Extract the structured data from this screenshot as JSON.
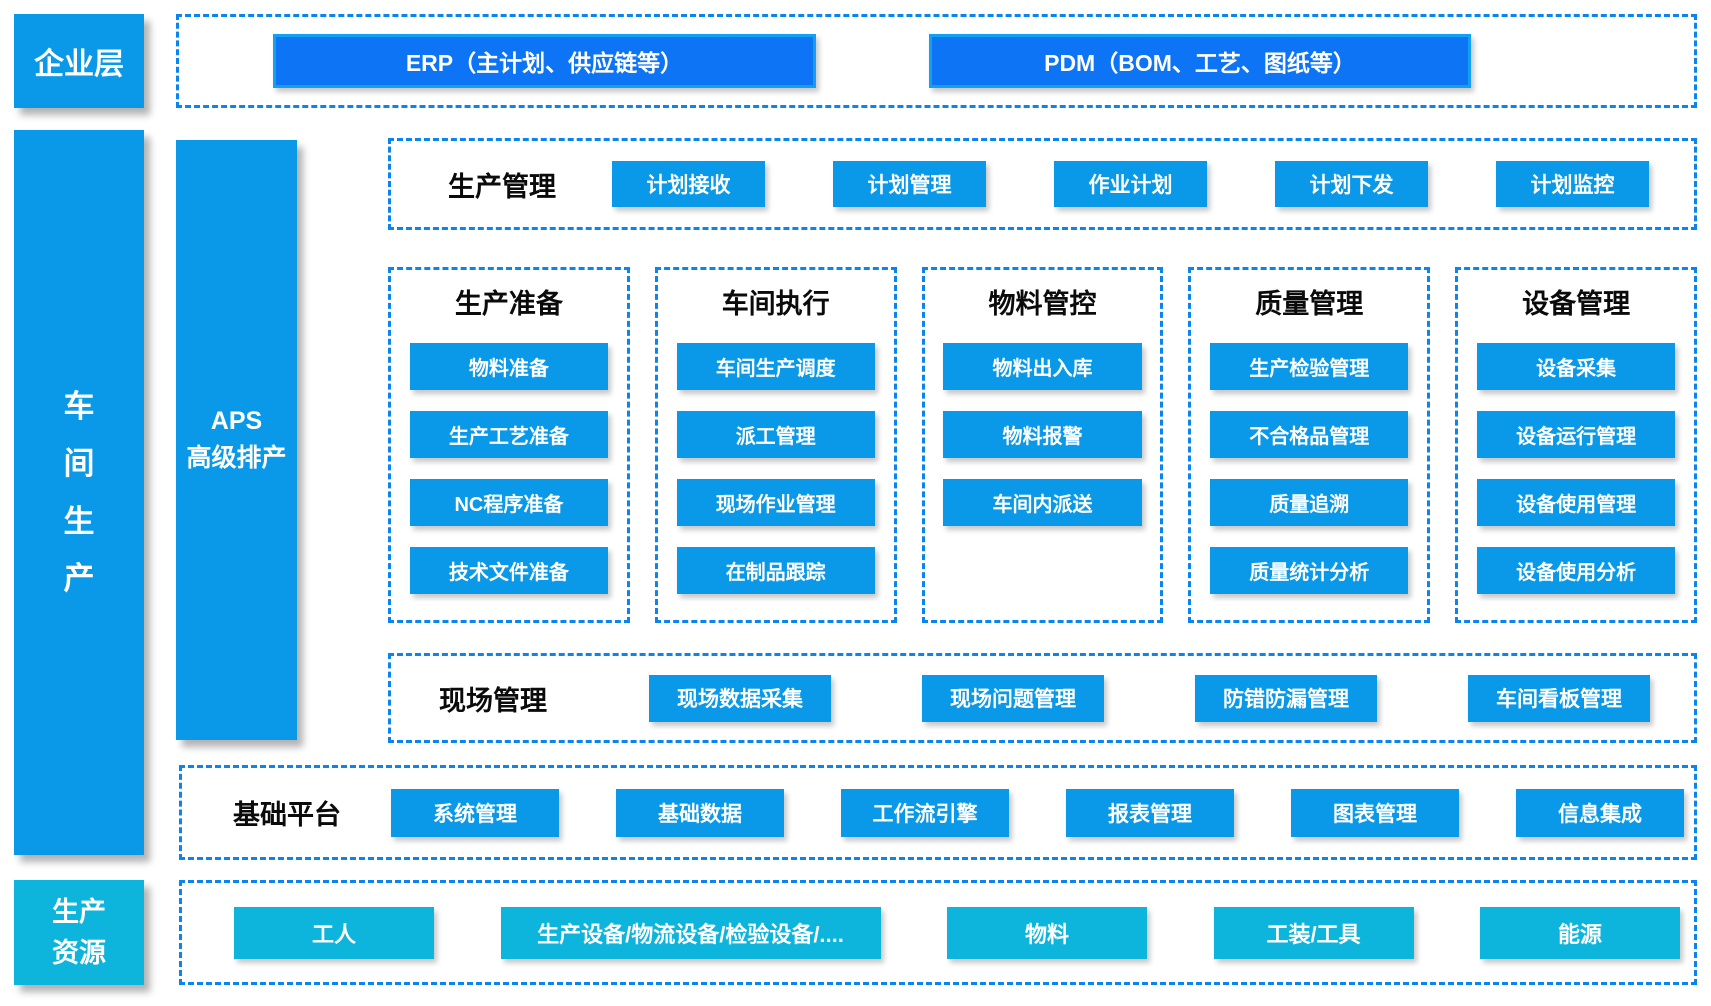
{
  "palette": {
    "deep_blue": "#0d74f5",
    "deep_blue_border": "#12a0f0",
    "azure": "#0999e8",
    "cyan": "#0db5dd",
    "dash_border": "#0a85f0",
    "heading_color": "#0b0b0b"
  },
  "enterprise_layer": {
    "label": "企业层",
    "systems": [
      "ERP（主计划、供应链等）",
      "PDM（BOM、工艺、图纸等）"
    ]
  },
  "workshop_layer": {
    "label_vertical": "车\n间\n生\n产",
    "aps_label": "APS\n高级排产"
  },
  "production_management": {
    "title": "生产管理",
    "items": [
      "计划接收",
      "计划管理",
      "作业计划",
      "计划下发",
      "计划监控"
    ]
  },
  "modules": [
    {
      "title": "生产准备",
      "items": [
        "物料准备",
        "生产工艺准备",
        "NC程序准备",
        "技术文件准备"
      ]
    },
    {
      "title": "车间执行",
      "items": [
        "车间生产调度",
        "派工管理",
        "现场作业管理",
        "在制品跟踪"
      ]
    },
    {
      "title": "物料管控",
      "items": [
        "物料出入库",
        "物料报警",
        "车间内派送"
      ]
    },
    {
      "title": "质量管理",
      "items": [
        "生产检验管理",
        "不合格品管理",
        "质量追溯",
        "质量统计分析"
      ]
    },
    {
      "title": "设备管理",
      "items": [
        "设备采集",
        "设备运行管理",
        "设备使用管理",
        "设备使用分析"
      ]
    }
  ],
  "site_management": {
    "title": "现场管理",
    "items": [
      "现场数据采集",
      "现场问题管理",
      "防错防漏管理",
      "车间看板管理"
    ]
  },
  "platform": {
    "title": "基础平台",
    "items": [
      "系统管理",
      "基础数据",
      "工作流引擎",
      "报表管理",
      "图表管理",
      "信息集成"
    ]
  },
  "resource_layer": {
    "label": "生产\n资源",
    "items": [
      "工人",
      "生产设备/物流设备/检验设备/....",
      "物料",
      "工装/工具",
      "能源"
    ]
  }
}
